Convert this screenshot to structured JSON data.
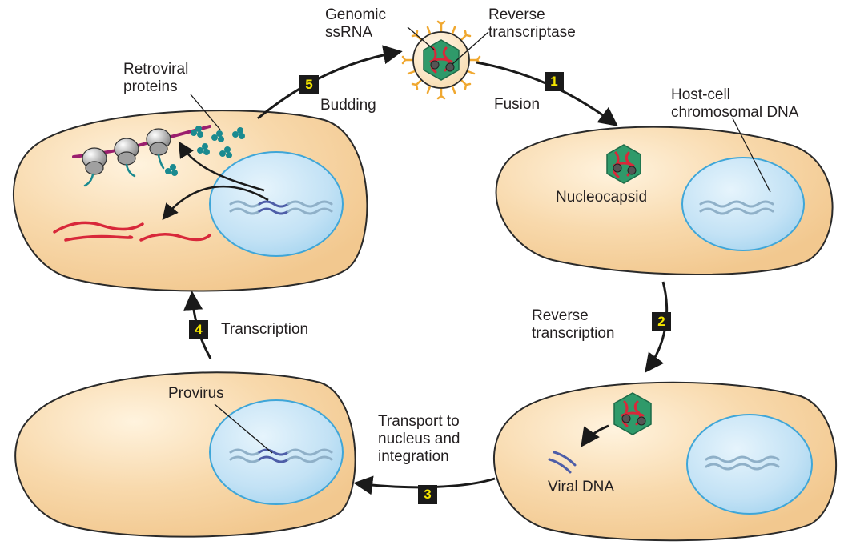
{
  "labels": {
    "genomic_ssrna": [
      "Genomic",
      "ssRNA"
    ],
    "reverse_transcriptase": [
      "Reverse",
      "transcriptase"
    ],
    "retroviral_proteins": [
      "Retroviral",
      "proteins"
    ],
    "host_cell_dna": [
      "Host-cell",
      "chromosomal DNA"
    ],
    "nucleocapsid": "Nucleocapsid",
    "provirus": "Provirus",
    "viral_dna": "Viral DNA"
  },
  "steps": [
    {
      "number": "1",
      "label": [
        "Fusion"
      ]
    },
    {
      "number": "2",
      "label": [
        "Reverse",
        "transcription"
      ]
    },
    {
      "number": "3",
      "label": [
        "Transport to",
        "nucleus and",
        "integration"
      ]
    },
    {
      "number": "4",
      "label": [
        "Transcription"
      ]
    },
    {
      "number": "5",
      "label": [
        "Budding"
      ]
    }
  ],
  "colors": {
    "cell_fill": "#f8d9ac",
    "cell_stroke": "#2a2a2a",
    "nucleus_fill": "#bfe1f4",
    "nucleus_stroke": "#3fa6d8",
    "host_dna": "#8fb0c8",
    "viral_dna": "#4e5ea8",
    "rna": "#d8283a",
    "capsid": "#2f9a6a",
    "envelope_spike": "#f0a830",
    "ribosome": "#9a9a9a",
    "mrna_polysome": "#9b1f6e",
    "protein": "#1a8a90",
    "step_box": "#1a1a1a",
    "step_text": "#f4e600"
  }
}
